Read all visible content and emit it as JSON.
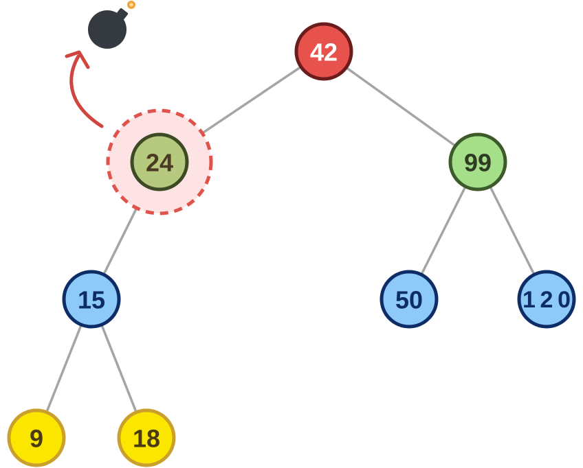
{
  "diagram": {
    "type": "binary-tree",
    "colors": {
      "edge": "#a5a5a5",
      "deleted_highlight_fill": "#fde3e3",
      "deleted_highlight_ring": "#e0524c",
      "arrow": "#d04540",
      "bomb": "#353a40",
      "fuse": "#f2a33a"
    },
    "icons": {
      "deleted_marker": "bomb-icon",
      "arrow": "curved-arrow-icon"
    },
    "nodes": [
      {
        "id": "n42",
        "label": "42",
        "level": 0,
        "fill": "#e8524c",
        "stroke": "#6b1c1c",
        "text": "#ffffff"
      },
      {
        "id": "n24",
        "label": "24",
        "level": 1,
        "fill": "#b6c97e",
        "stroke": "#3e4a24",
        "text": "#4a3a22",
        "highlighted": true
      },
      {
        "id": "n99",
        "label": "99",
        "level": 1,
        "fill": "#a6df8a",
        "stroke": "#3c5a2a",
        "text": "#2e3d22"
      },
      {
        "id": "n15",
        "label": "15",
        "level": 2,
        "fill": "#8dcaf7",
        "stroke": "#0e2c66",
        "text": "#0e2c66"
      },
      {
        "id": "n50",
        "label": "50",
        "level": 2,
        "fill": "#8dcaf7",
        "stroke": "#0e2c66",
        "text": "#0e2c66"
      },
      {
        "id": "n120",
        "label": "120",
        "level": 2,
        "fill": "#8dcaf7",
        "stroke": "#0e2c66",
        "text": "#0e2c66"
      },
      {
        "id": "n9",
        "label": "9",
        "level": 3,
        "fill": "#fbe600",
        "stroke": "#c9a02e",
        "text": "#4a3a12"
      },
      {
        "id": "n18",
        "label": "18",
        "level": 3,
        "fill": "#fbe600",
        "stroke": "#c9a02e",
        "text": "#4a3a12"
      }
    ],
    "edges": [
      [
        "n42",
        "n24"
      ],
      [
        "n42",
        "n99"
      ],
      [
        "n24",
        "n15"
      ],
      [
        "n99",
        "n50"
      ],
      [
        "n99",
        "n120"
      ],
      [
        "n15",
        "n9"
      ],
      [
        "n15",
        "n18"
      ]
    ]
  }
}
